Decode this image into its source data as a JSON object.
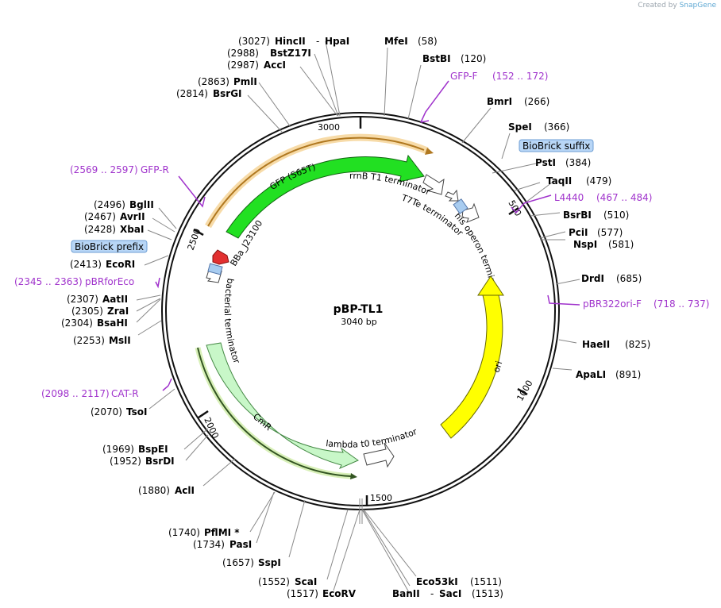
{
  "credit": {
    "prefix": "Created by",
    "brand": "SnapGene"
  },
  "plasmid": {
    "name": "pBP-TL1",
    "length_label": "3040 bp",
    "total_bp": 3040
  },
  "ticks": [
    {
      "label": "500",
      "bp": 500
    },
    {
      "label": "1000",
      "bp": 1000
    },
    {
      "label": "1500",
      "bp": 1500
    },
    {
      "label": "2000",
      "bp": 2000
    },
    {
      "label": "2500",
      "bp": 2500
    },
    {
      "label": "3000",
      "bp": 3000
    }
  ],
  "right_sites": [
    {
      "name": "MfeI",
      "pos": "(58)"
    },
    {
      "name": "BstBI",
      "pos": "(120)"
    },
    {
      "name": "GFP-F",
      "pos": "(152 .. 172)",
      "primer": true
    },
    {
      "name": "BmrI",
      "pos": "(266)"
    },
    {
      "name": "SpeI",
      "pos": "(366)"
    },
    {
      "name": "BioBrick suffix",
      "pos": "",
      "box": true
    },
    {
      "name": "PstI",
      "pos": "(384)"
    },
    {
      "name": "TaqII",
      "pos": "(479)"
    },
    {
      "name": "L4440",
      "pos": "(467 .. 484)",
      "primer": true
    },
    {
      "name": "BsrBI",
      "pos": "(510)"
    },
    {
      "name": "PciI",
      "pos": "(577)"
    },
    {
      "name": "NspI",
      "pos": "(581)"
    },
    {
      "name": "DrdI",
      "pos": "(685)"
    },
    {
      "name": "pBR322ori-F",
      "pos": "(718 .. 737)",
      "primer": true
    },
    {
      "name": "HaeII",
      "pos": "(825)"
    },
    {
      "name": "ApaLI",
      "pos": "(891)"
    },
    {
      "name": "Eco53kI",
      "pos": "(1511)"
    },
    {
      "name": "SacI",
      "pos": "(1513)"
    }
  ],
  "left_sites": [
    {
      "name": "HpaI",
      "pos": ""
    },
    {
      "name": "HincII",
      "pos": "(3027)"
    },
    {
      "name": "BstZ17I",
      "pos": "(2988)"
    },
    {
      "name": "AccI",
      "pos": "(2987)"
    },
    {
      "name": "PmlI",
      "pos": "(2863)"
    },
    {
      "name": "BsrGI",
      "pos": "(2814)"
    },
    {
      "name": "GFP-R",
      "pos": "(2569 .. 2597)",
      "primer": true
    },
    {
      "name": "BglII",
      "pos": "(2496)"
    },
    {
      "name": "AvrII",
      "pos": "(2467)"
    },
    {
      "name": "XbaI",
      "pos": "(2428)"
    },
    {
      "name": "BioBrick prefix",
      "pos": "",
      "box": true
    },
    {
      "name": "EcoRI",
      "pos": "(2413)"
    },
    {
      "name": "pBRforEco",
      "pos": "(2345 .. 2363)",
      "primer": true
    },
    {
      "name": "AatII",
      "pos": "(2307)"
    },
    {
      "name": "ZraI",
      "pos": "(2305)"
    },
    {
      "name": "BsaHI",
      "pos": "(2304)"
    },
    {
      "name": "MslI",
      "pos": "(2253)"
    },
    {
      "name": "CAT-R",
      "pos": "(2098 .. 2117)",
      "primer": true
    },
    {
      "name": "TsoI",
      "pos": "(2070)"
    },
    {
      "name": "BspEI",
      "pos": "(1969)"
    },
    {
      "name": "BsrDI",
      "pos": "(1952)"
    },
    {
      "name": "AclI",
      "pos": "(1880)"
    },
    {
      "name": "PflMI *",
      "pos": "(1740)"
    },
    {
      "name": "PasI",
      "pos": "(1734)"
    },
    {
      "name": "SspI",
      "pos": "(1657)"
    },
    {
      "name": "ScaI",
      "pos": "(1552)"
    },
    {
      "name": "EcoRV",
      "pos": "(1517)"
    },
    {
      "name": "BanII",
      "pos": ""
    }
  ],
  "separators": [
    "-",
    "-"
  ],
  "features": [
    {
      "name": "GFP (S65T)",
      "color": "#22e022"
    },
    {
      "name": "rrnB T1 terminator",
      "color": "#ffffff"
    },
    {
      "name": "T7Te terminator",
      "color": "#ffffff"
    },
    {
      "name": "his operon terminator",
      "color": "#ffffff"
    },
    {
      "name": "ori",
      "color": "#ffff00"
    },
    {
      "name": "lambda t0 terminator",
      "color": "#ffffff"
    },
    {
      "name": "CmR",
      "color": "#c8f7c8"
    },
    {
      "name": "bacterial terminator",
      "color": "#ffffff"
    },
    {
      "name": "BBa_J23100",
      "color": "#e23030"
    }
  ],
  "colors": {
    "primer": "#a033cc",
    "backbone": "#111111",
    "orf_orange": "#b07820"
  }
}
